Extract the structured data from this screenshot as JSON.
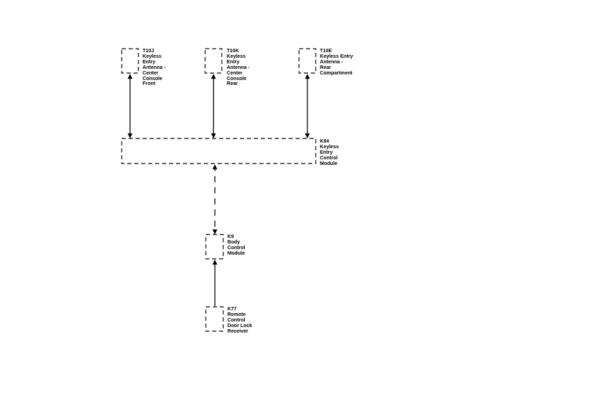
{
  "components": {
    "t10j": {
      "id": "T10J",
      "lines": [
        "Keyless",
        "Entry",
        "Antenna -",
        "Center",
        "Console",
        "Front"
      ]
    },
    "t10k": {
      "id": "T10K",
      "lines": [
        "Keyless",
        "Entry",
        "Antenna -",
        "Center",
        "Console",
        "Rear"
      ]
    },
    "t10e": {
      "id": "T10E",
      "lines": [
        "Keyless Entry",
        "Antenna -",
        "Rear",
        "Compartment"
      ]
    },
    "k84": {
      "id": "K84",
      "lines": [
        "Keyless",
        "Entry",
        "Control",
        "Module"
      ]
    },
    "k9": {
      "id": "K9",
      "lines": [
        "Body",
        "Control",
        "Module"
      ]
    },
    "k77": {
      "id": "K77",
      "lines": [
        "Remote",
        "Control",
        "Door Lock",
        "Receiver"
      ]
    }
  },
  "connections": [
    {
      "from": "T10J",
      "to": "K84",
      "style": "solid",
      "arrows": "both"
    },
    {
      "from": "T10K",
      "to": "K84",
      "style": "solid",
      "arrows": "both"
    },
    {
      "from": "T10E",
      "to": "K84",
      "style": "solid",
      "arrows": "both"
    },
    {
      "from": "K84",
      "to": "K9",
      "style": "dashed",
      "arrows": "both"
    },
    {
      "from": "K77",
      "to": "K9",
      "style": "solid",
      "arrows": "end"
    }
  ],
  "colors": {
    "line": "#000000",
    "background": "#ffffff"
  }
}
